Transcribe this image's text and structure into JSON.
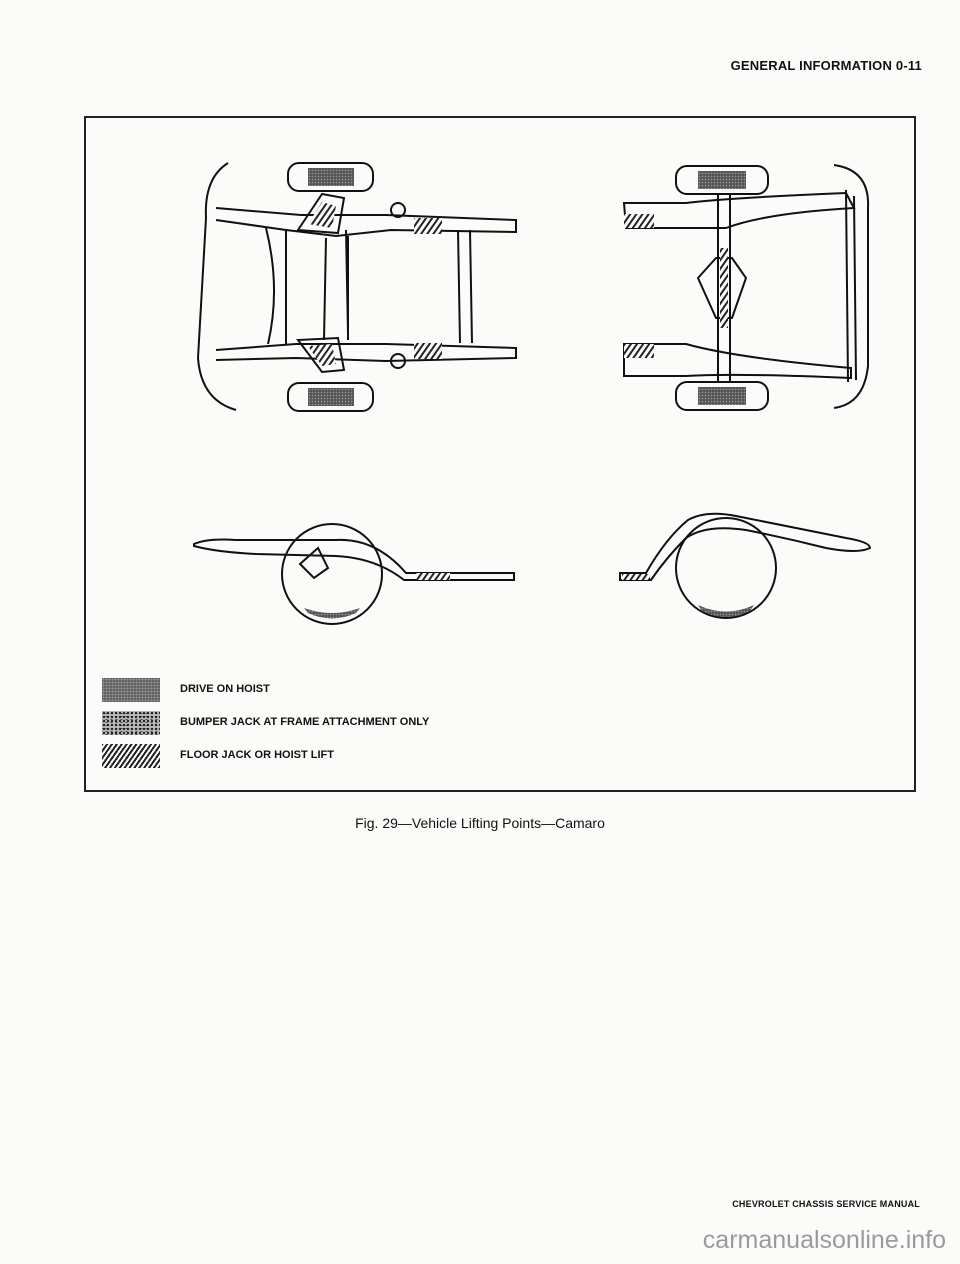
{
  "page": {
    "header": "GENERAL INFORMATION 0-11",
    "caption": "Fig. 29—Vehicle Lifting Points—Camaro",
    "footer": "CHEVROLET CHASSIS SERVICE MANUAL",
    "watermark": "carmanualsonline.info"
  },
  "legend": [
    {
      "id": "drive-on-hoist",
      "label": "DRIVE ON HOIST",
      "pattern": "dense-dot"
    },
    {
      "id": "bumper-jack",
      "label": "BUMPER JACK AT FRAME ATTACHMENT ONLY",
      "pattern": "speckle"
    },
    {
      "id": "floor-jack",
      "label": "FLOOR JACK OR HOIST LIFT",
      "pattern": "diagonal-hatch"
    }
  ],
  "colors": {
    "ink": "#111111",
    "paper": "#fbfbf9",
    "watermark": "#9a9a9a"
  }
}
